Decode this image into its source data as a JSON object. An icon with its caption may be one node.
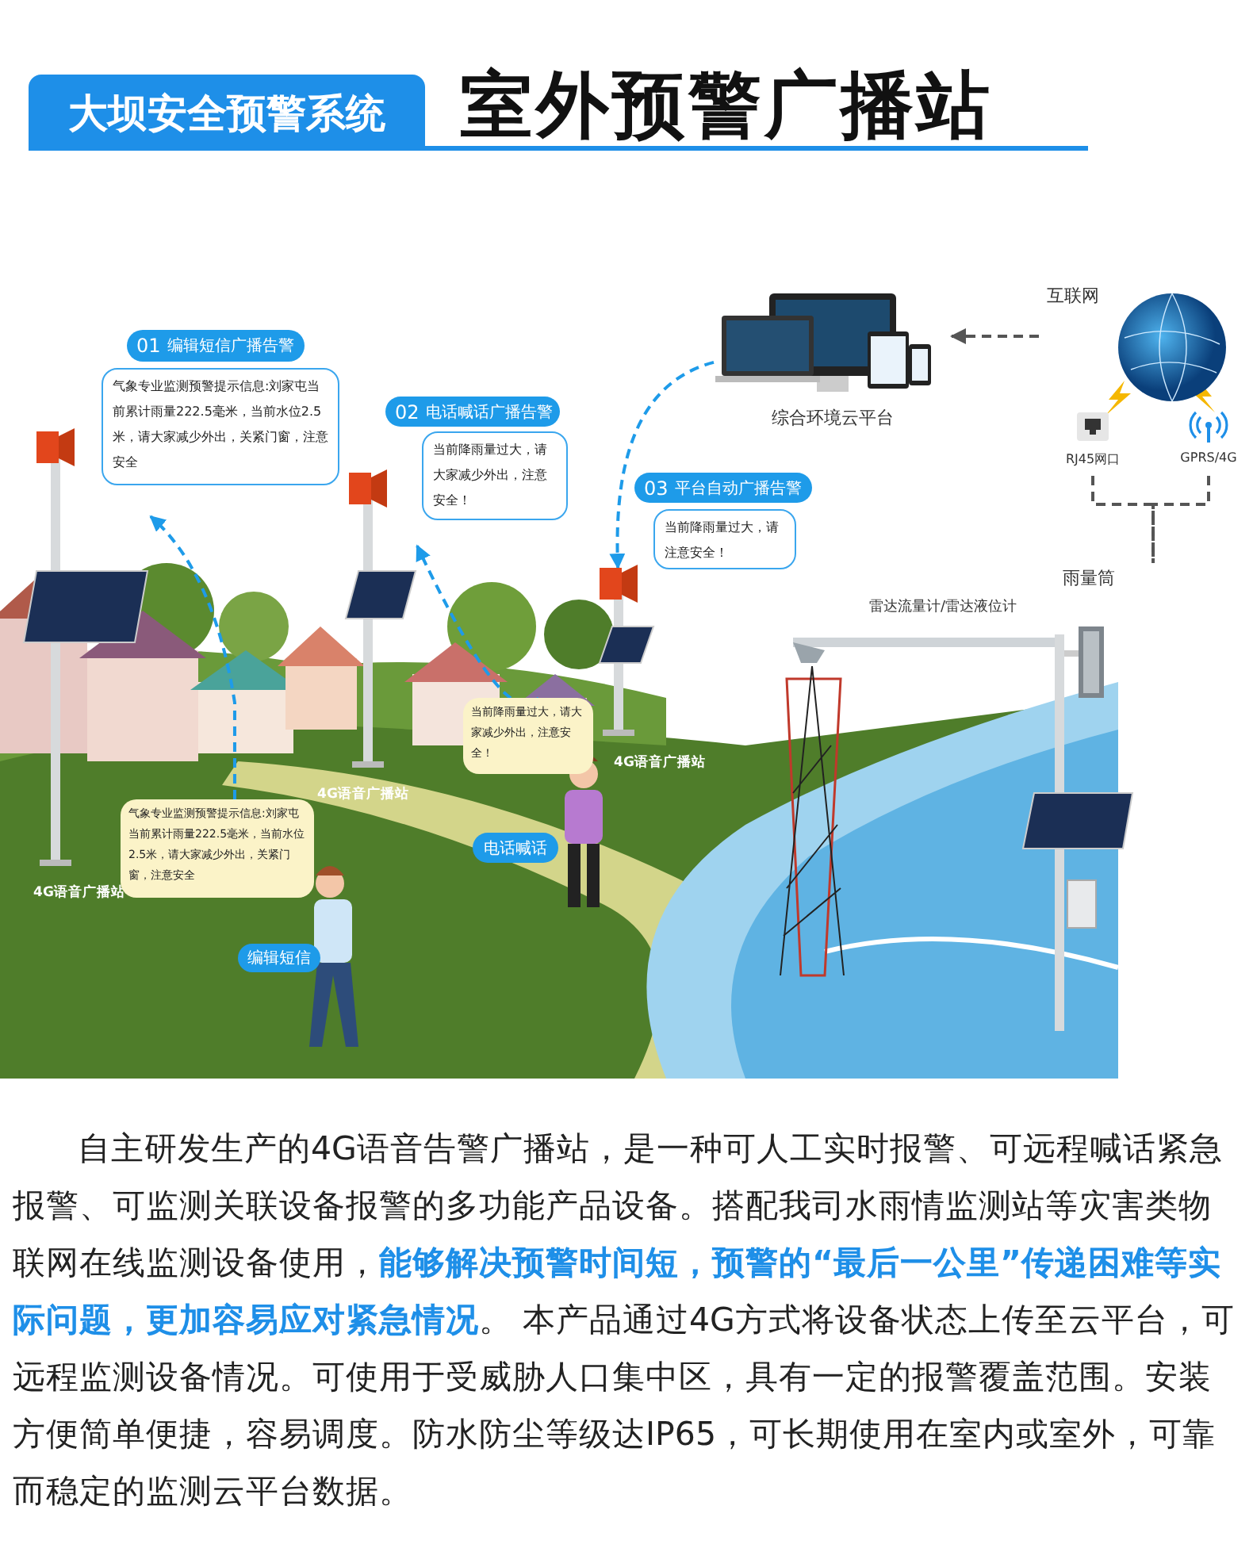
{
  "diagram": {
    "title": "室外预警广播站",
    "nodes": [
      {
        "text": [
          "综合环境云平台"
        ]
      },
      {
        "text": [
          "互联网"
        ]
      },
      {
        "text": [
          "RJ45网口"
        ]
      },
      {
        "text": [
          "GPRS/4G"
        ]
      },
      {
        "text": [
          "01",
          "编辑短信广播告警"
        ]
      },
      {
        "text": [
          "气象专业监测预警提示信息:刘家屯当前累计雨量222.5毫米，当前水位2.5米，请大家减少外出，关紧门窗，注意安全"
        ]
      },
      {
        "text": [
          "02",
          "电话喊话广播告警"
        ]
      },
      {
        "text": [
          "当前降雨量过大，请大家减少外出，注意安全！"
        ]
      },
      {
        "text": [
          "03",
          "平台自动广播告警"
        ]
      },
      {
        "text": [
          "当前降雨量过大，请注意安全！"
        ]
      },
      {
        "text": [
          "4G语音广播站"
        ]
      },
      {
        "text": [
          "4G语音广播站"
        ]
      },
      {
        "text": [
          "4G语音广播站"
        ]
      },
      {
        "text": [
          "雨量筒"
        ]
      },
      {
        "text": [
          "当前降雨量过大，请大家减少外出，注意安全！"
        ]
      },
      {
        "text": [
          "电话喊话"
        ]
      },
      {
        "text": [
          "气象专业监测预警提示信息:刘家屯当前累计雨量222.5毫米，当前水位2.5米，请大家减少外出，关紧门窗，注意安全"
        ]
      },
      {
        "text": [
          "编辑短信"
        ]
      }
    ],
    "edges": [
      {
        "from": 1,
        "to": 0,
        "arrow": "to",
        "style": "dashed",
        "color": "#555555"
      },
      {
        "from": 2,
        "to": 13,
        "arrow": "none",
        "style": "dashed",
        "color": "#555555"
      },
      {
        "from": 3,
        "to": 13,
        "arrow": "none",
        "style": "dashed",
        "color": "#555555"
      },
      {
        "from": 0,
        "to": 12,
        "arrow": "to",
        "style": "dashed",
        "color": "#1e9be9"
      },
      {
        "from": 14,
        "to": 11,
        "arrow": "to",
        "style": "dashed",
        "color": "#1e9be9"
      },
      {
        "from": 16,
        "to": 10,
        "arrow": "to",
        "style": "dashed",
        "color": "#1e9be9"
      }
    ],
    "labels": [
      "大坝安全预警系统",
      "雷达流量计/雷达液位计",
      "自主研发生产的4G语音告警广播站，是一种可人工实时报警、可远程喊话紧急报警、可监测关联设备报警的多功能产品设备。搭配我司水雨情监测站等灾害类物联网在线监测设备使用，**能够解决预警时间短，预警的“最后一公里”传递困难等实际问题，更加容易应对紧急情况**。 本产品通过4G方式将设备状态上传至云平台，可远程监测设备情况。可使用于受威胁人口集中区，具有一定的报警覆盖范围。安装方便简单便捷，容易调度。防水防尘等级达IP65，可长期使用在室内或室外，可靠而稳定的监测云平台数据。"
    ]
  }
}
